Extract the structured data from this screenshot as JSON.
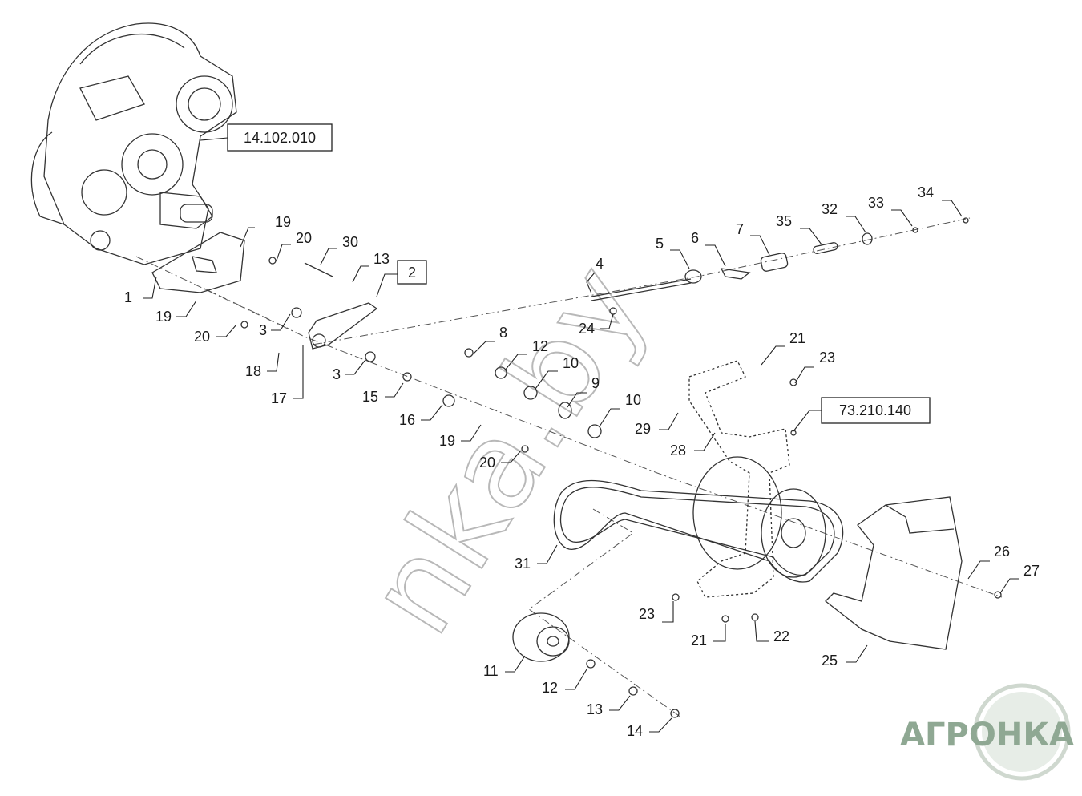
{
  "diagram": {
    "reference_boxes": [
      {
        "id": "ref-gearbox",
        "text": "14.102.010"
      },
      {
        "id": "ref-lever",
        "text": "2"
      },
      {
        "id": "ref-bracket",
        "text": "73.210.140"
      }
    ],
    "callouts": [
      {
        "id": "c1",
        "text": "1"
      },
      {
        "id": "c2",
        "text": "19"
      },
      {
        "id": "c3",
        "text": "20"
      },
      {
        "id": "c4",
        "text": "30"
      },
      {
        "id": "c5",
        "text": "13"
      },
      {
        "id": "c6",
        "text": "19"
      },
      {
        "id": "c7",
        "text": "20"
      },
      {
        "id": "c8",
        "text": "3"
      },
      {
        "id": "c9",
        "text": "18"
      },
      {
        "id": "c10",
        "text": "17"
      },
      {
        "id": "c11",
        "text": "3"
      },
      {
        "id": "c12",
        "text": "15"
      },
      {
        "id": "c13",
        "text": "16"
      },
      {
        "id": "c14",
        "text": "19"
      },
      {
        "id": "c15",
        "text": "20"
      },
      {
        "id": "c16",
        "text": "8"
      },
      {
        "id": "c17",
        "text": "12"
      },
      {
        "id": "c18",
        "text": "10"
      },
      {
        "id": "c19",
        "text": "9"
      },
      {
        "id": "c20",
        "text": "10"
      },
      {
        "id": "c21",
        "text": "4"
      },
      {
        "id": "c22",
        "text": "24"
      },
      {
        "id": "c23",
        "text": "5"
      },
      {
        "id": "c24",
        "text": "6"
      },
      {
        "id": "c25",
        "text": "7"
      },
      {
        "id": "c26",
        "text": "35"
      },
      {
        "id": "c27",
        "text": "32"
      },
      {
        "id": "c28",
        "text": "33"
      },
      {
        "id": "c29",
        "text": "34"
      },
      {
        "id": "c30",
        "text": "21"
      },
      {
        "id": "c31",
        "text": "23"
      },
      {
        "id": "c32",
        "text": "29"
      },
      {
        "id": "c33",
        "text": "28"
      },
      {
        "id": "c34",
        "text": "31"
      },
      {
        "id": "c35",
        "text": "26"
      },
      {
        "id": "c36",
        "text": "27"
      },
      {
        "id": "c37",
        "text": "23"
      },
      {
        "id": "c38",
        "text": "21"
      },
      {
        "id": "c39",
        "text": "22"
      },
      {
        "id": "c40",
        "text": "25"
      },
      {
        "id": "c41",
        "text": "11"
      },
      {
        "id": "c42",
        "text": "12"
      },
      {
        "id": "c43",
        "text": "13"
      },
      {
        "id": "c44",
        "text": "14"
      }
    ],
    "watermark": "nka.by",
    "logo": "АГРОНКА"
  }
}
